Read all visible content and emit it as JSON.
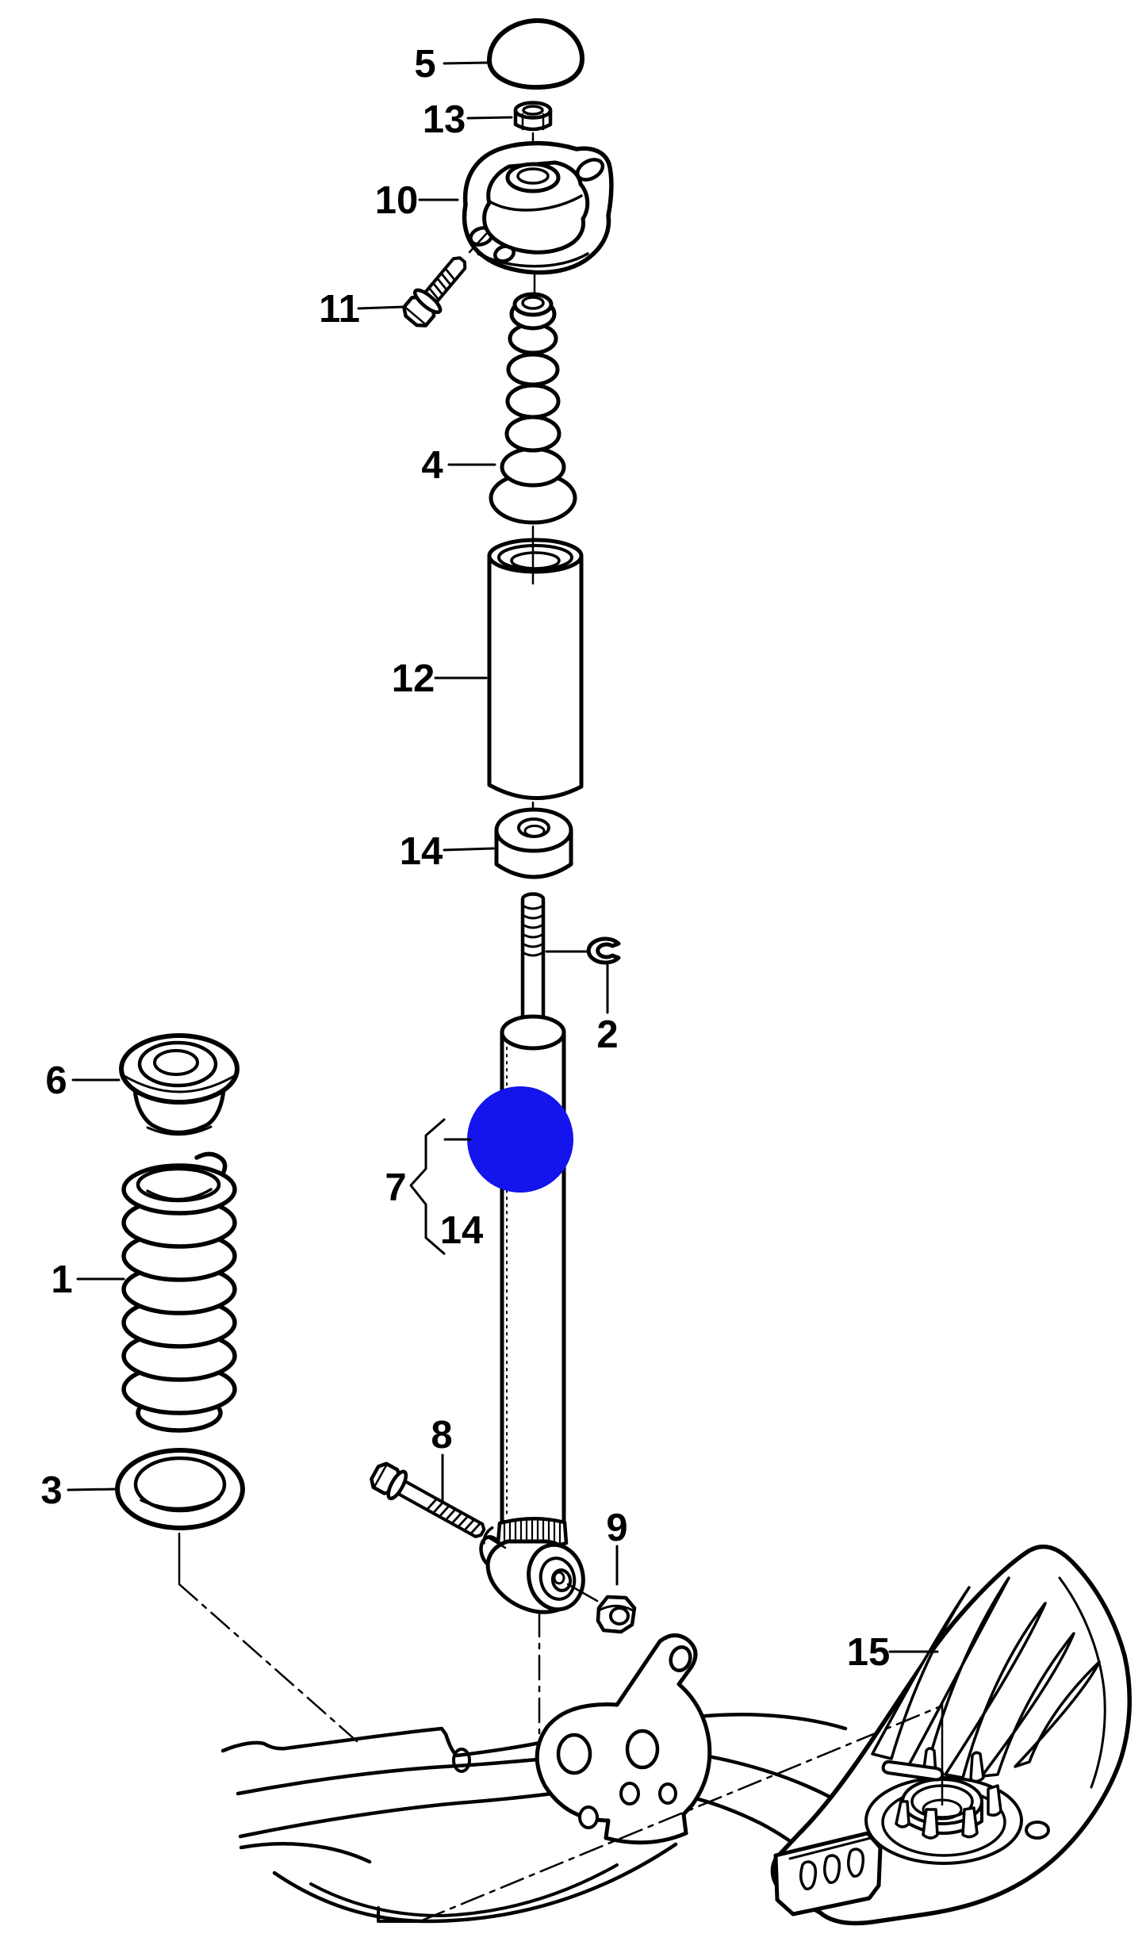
{
  "figure": {
    "background_color": "#ffffff",
    "line_color": "#000000",
    "highlight_color": "#1414ec",
    "highlighted_callout": "7",
    "callouts": [
      {
        "id": "5",
        "text": "5"
      },
      {
        "id": "13",
        "text": "13"
      },
      {
        "id": "10",
        "text": "10"
      },
      {
        "id": "11",
        "text": "11"
      },
      {
        "id": "4",
        "text": "4"
      },
      {
        "id": "12",
        "text": "12"
      },
      {
        "id": "14-upper",
        "text": "14"
      },
      {
        "id": "2",
        "text": "2"
      },
      {
        "id": "7",
        "text": "7"
      },
      {
        "id": "14-lower",
        "text": "14"
      },
      {
        "id": "6",
        "text": "6"
      },
      {
        "id": "1",
        "text": "1"
      },
      {
        "id": "3",
        "text": "3"
      },
      {
        "id": "8",
        "text": "8"
      },
      {
        "id": "9",
        "text": "9"
      },
      {
        "id": "15",
        "text": "15"
      }
    ]
  }
}
